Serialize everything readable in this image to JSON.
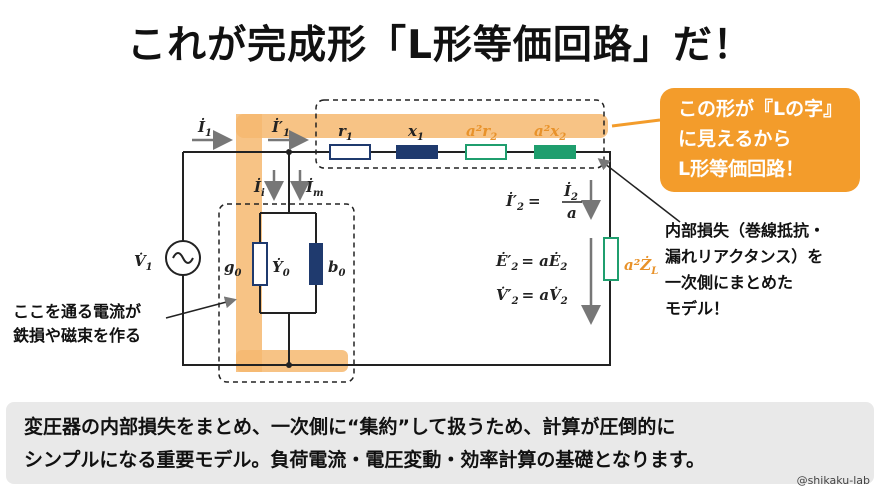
{
  "title": "これが完成形「L形等価回路」だ！",
  "callout": {
    "line1": "この形が『Lの字』",
    "line2": "に見えるから",
    "line3": "L形等価回路！"
  },
  "note_right": {
    "line1": "内部損失（巻線抵抗・",
    "line2": "漏れリアクタンス）を",
    "line3": "一次側にまとめた",
    "line4": "モデル！"
  },
  "note_left": {
    "line1": "ここを通る電流が",
    "line2": "鉄損や磁束を作る"
  },
  "labels": {
    "I1": "İ",
    "I1_sub": "1",
    "I1p": "İ′",
    "I1p_sub": "1",
    "Ii": "İ",
    "Ii_sub": "i",
    "Im": "İ",
    "Im_sub": "m",
    "V1": "V̇",
    "V1_sub": "1",
    "g0": "g",
    "g0_sub": "0",
    "Y0": "Ẏ",
    "Y0_sub": "0",
    "b0": "b",
    "b0_sub": "0",
    "r1": "r",
    "r1_sub": "1",
    "x1": "x",
    "x1_sub": "1",
    "a2r2": "a²r",
    "a2r2_sub": "2",
    "a2x2": "a²x",
    "a2x2_sub": "2",
    "I2p": "İ′",
    "I2p_sub": "2",
    "I2p_eq": "=",
    "I2_num": "İ",
    "I2_num_sub": "2",
    "I2_den": "a",
    "E2p": "Ė′",
    "E2p_sub": "2",
    "E2p_rhs": "= aĖ",
    "E2p_rhs_sub": "2",
    "V2p": "V̇′",
    "V2p_sub": "2",
    "V2p_rhs": "= aV̇",
    "V2p_rhs_sub": "2",
    "load": "a²Ż",
    "load_sub": "L"
  },
  "summary": {
    "line1": "変圧器の内部損失をまとめ、一次側に“集約”して扱うため、計算が圧倒的に",
    "line2": "シンプルになる重要モデル。負荷電流・電圧変動・効率計算の基礎となります。"
  },
  "credit": "@shikaku-lab",
  "colors": {
    "orange": "#f39c2b",
    "navy": "#1f3a6e",
    "green": "#1f9e6e",
    "wire": "#222222"
  }
}
